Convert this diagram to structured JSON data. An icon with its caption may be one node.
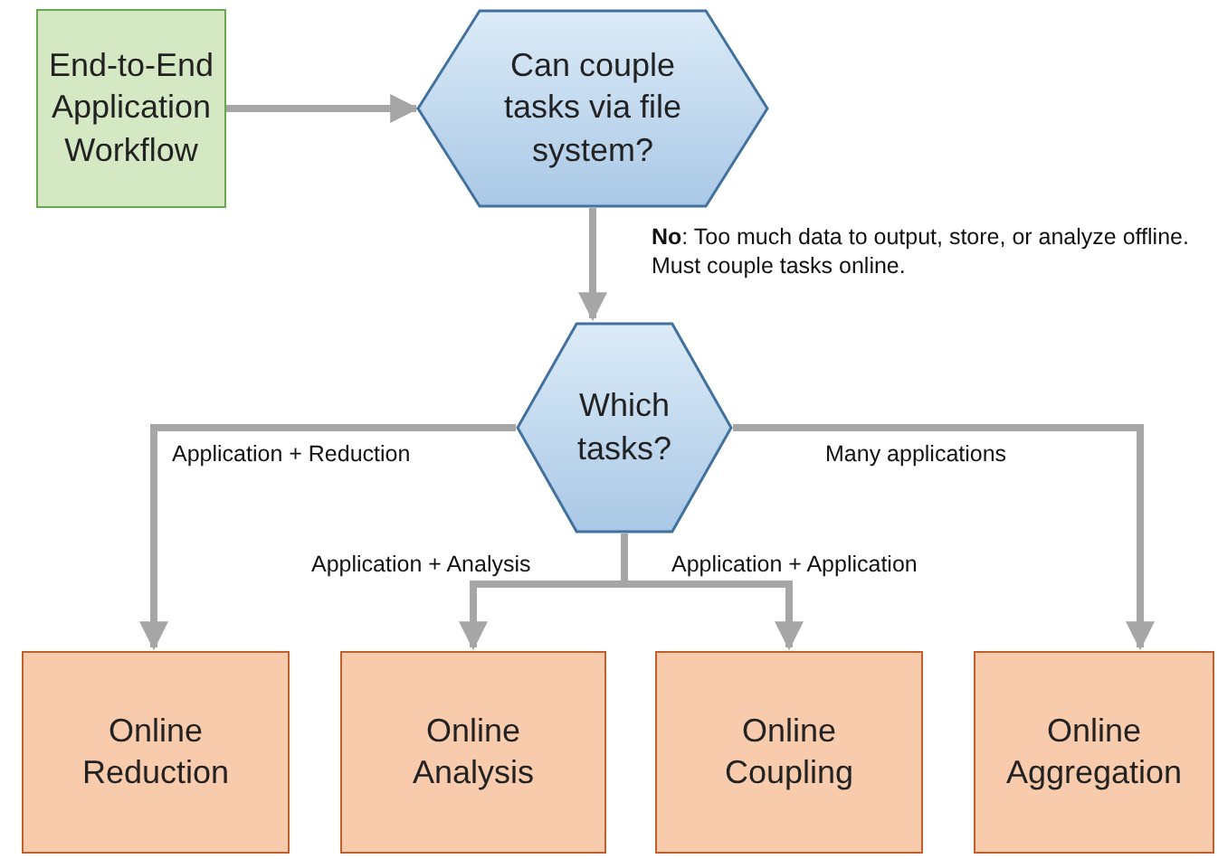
{
  "diagram": {
    "nodes": [
      {
        "text": [
          "End-to-End Application Workflow"
        ]
      },
      {
        "text": [
          "Can couple tasks via file system?"
        ]
      },
      {
        "text": [
          "Which tasks?"
        ]
      },
      {
        "text": [
          "Online Reduction"
        ]
      },
      {
        "text": [
          "Online Analysis"
        ]
      },
      {
        "text": [
          "Online Coupling"
        ]
      },
      {
        "text": [
          "Online Aggregation"
        ]
      }
    ],
    "edges": [
      {
        "from": 0,
        "to": 1,
        "arrow": "to"
      },
      {
        "from": 1,
        "to": 2,
        "arrow": "to",
        "label": "**No**: Too much data to output, store, or analyze offline. Must couple tasks online."
      },
      {
        "from": 2,
        "to": 3,
        "arrow": "to",
        "label": "Application + Reduction"
      },
      {
        "from": 2,
        "to": 4,
        "arrow": "to",
        "label": "Application + Analysis"
      },
      {
        "from": 2,
        "to": 5,
        "arrow": "to",
        "label": "Application + Application"
      },
      {
        "from": 2,
        "to": 6,
        "arrow": "to",
        "label": "Many applications"
      }
    ]
  }
}
